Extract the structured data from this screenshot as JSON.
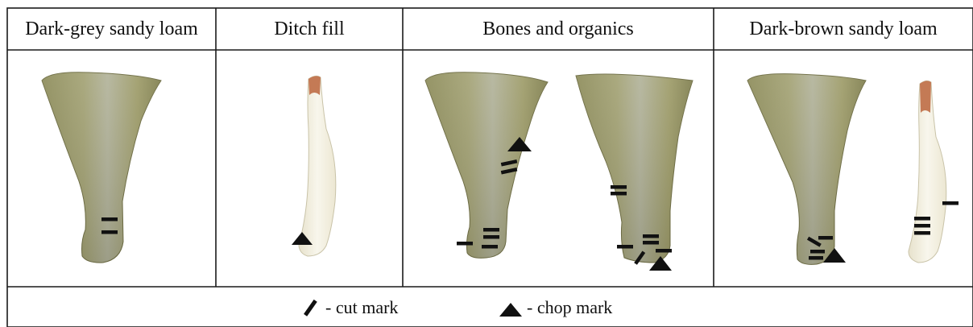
{
  "columns": [
    {
      "title": "Dark-grey sandy loam"
    },
    {
      "title": "Ditch fill"
    },
    {
      "title": "Bones and organics"
    },
    {
      "title": "Dark-brown sandy loam"
    }
  ],
  "legend": {
    "cut_label": "- cut mark",
    "chop_label": "- chop mark"
  },
  "colors": {
    "grid": "#1a1a1a",
    "bone_olive": "#9b9a6a",
    "bone_white": "#f3f0e3",
    "marrow": "#c47a55",
    "mark": "#111111"
  }
}
